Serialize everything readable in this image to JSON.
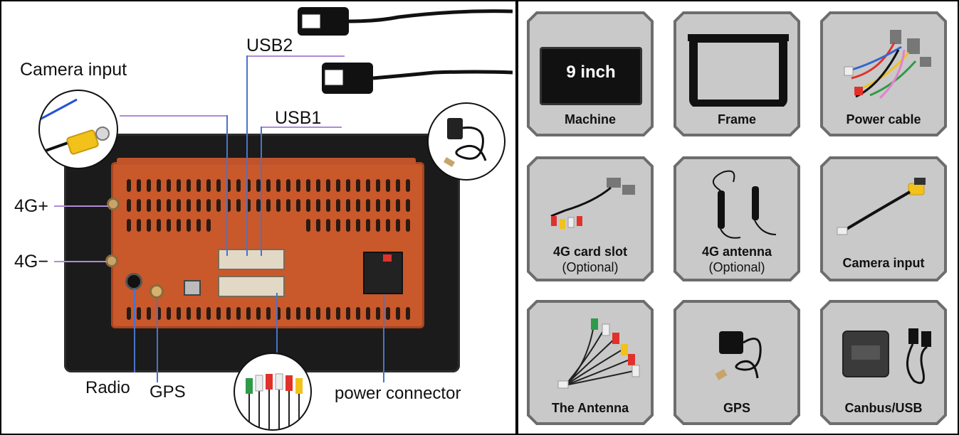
{
  "diagram": {
    "labels": {
      "camera_input": "Camera input",
      "usb2": "USB2",
      "usb1": "USB1",
      "lte_plus": "4G+",
      "lte_minus": "4G−",
      "radio": "Radio",
      "gps": "GPS",
      "power_connector": "power connector"
    },
    "colors": {
      "chassis": "#c9582b",
      "bezel": "#1b1b1b",
      "callout_blue": "#4a73c9",
      "callout_violet": "#b08ad8",
      "rca_yellow": "#f2c21b",
      "rca_red": "#e0322b",
      "rca_green": "#2e9a4a"
    }
  },
  "accessories": {
    "card_color": "#c9c9c9",
    "card_border": "#6d6d6d",
    "items": [
      {
        "label": "Machine",
        "screen_text": "9 inch",
        "icon": "head-unit-icon"
      },
      {
        "label": "Frame",
        "icon": "frame-icon"
      },
      {
        "label": "Power cable",
        "icon": "power-harness-icon"
      },
      {
        "label_line1": "4G card slot",
        "label_line2": "(Optional)",
        "icon": "4g-cable-icon"
      },
      {
        "label_line1": "4G antenna",
        "label_line2": "(Optional)",
        "icon": "antenna-icon"
      },
      {
        "label": "Camera input",
        "icon": "camera-cable-icon"
      },
      {
        "label": "The Antenna",
        "icon": "rca-harness-icon"
      },
      {
        "label": "GPS",
        "icon": "gps-module-icon"
      },
      {
        "label": "Canbus/USB",
        "icon": "canbus-box-icon"
      }
    ]
  }
}
